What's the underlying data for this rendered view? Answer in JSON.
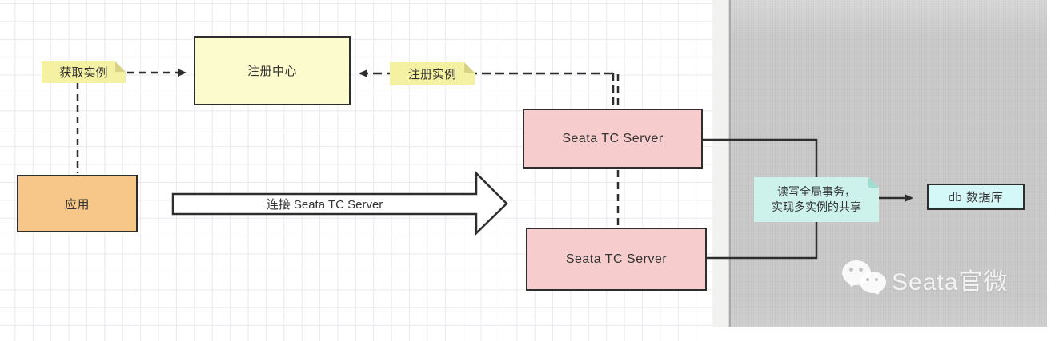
{
  "diagram": {
    "nodes": {
      "registry": {
        "label": "注册中心"
      },
      "tc_server_1": {
        "label": "Seata TC Server"
      },
      "tc_server_2": {
        "label": "Seata TC Server"
      },
      "app": {
        "label": "应用"
      },
      "db": {
        "label": "db 数据库"
      }
    },
    "notes": {
      "get_instance": {
        "label": "获取实例"
      },
      "register_instance": {
        "label": "注册实例"
      },
      "global_tx": {
        "line1": "读写全局事务，",
        "line2": "实现多实例的共享"
      }
    },
    "big_arrow": {
      "label": "连接 Seata TC Server"
    },
    "watermark": {
      "text": "Seata官微",
      "icon": "wechat-icon"
    },
    "colors": {
      "node_yellow": "#fcfbcd",
      "sticky_yellow": "#f5f1a2",
      "node_pink": "#f6cdcc",
      "node_orange": "#f7c789",
      "note_teal": "#cdf2ec",
      "node_cyan": "#d4f8f7",
      "line": "#2d2d2d",
      "panel_gray": "#c9c9ca"
    }
  }
}
